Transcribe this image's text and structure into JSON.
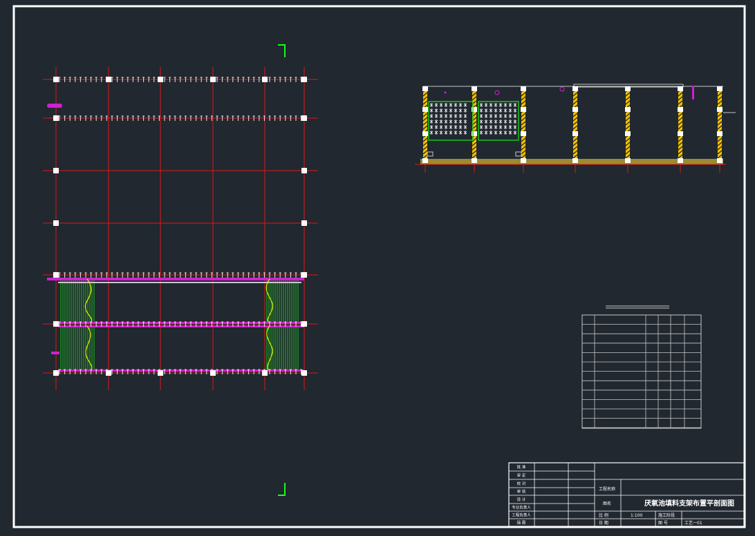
{
  "drawing": {
    "title": "厌氧池填料支架布置平剖面图",
    "title_block_left_labels": [
      "批 准",
      "审 定",
      "校 对",
      "审 核",
      "设 计",
      "专业负责人",
      "工程负责人",
      "描 图"
    ],
    "project_label": "工程名称",
    "drawing_name_label": "图名",
    "scale_label": "比 例",
    "scale_value": "1:100",
    "stage_label": "施工阶段",
    "date_label": "日 期",
    "drawing_no_label": "图 号",
    "drawing_no_value": "工艺一01",
    "review_label": "审 核"
  },
  "colors": {
    "background": "#212830",
    "frame": "#ffffff",
    "grid": "#e01818",
    "pipe": "#d020d0",
    "filler": "#18d018",
    "column": "#f0c000",
    "corner_mark": "#18ff18",
    "table_line": "#c8c8c8",
    "gravel": "#a08a30"
  }
}
